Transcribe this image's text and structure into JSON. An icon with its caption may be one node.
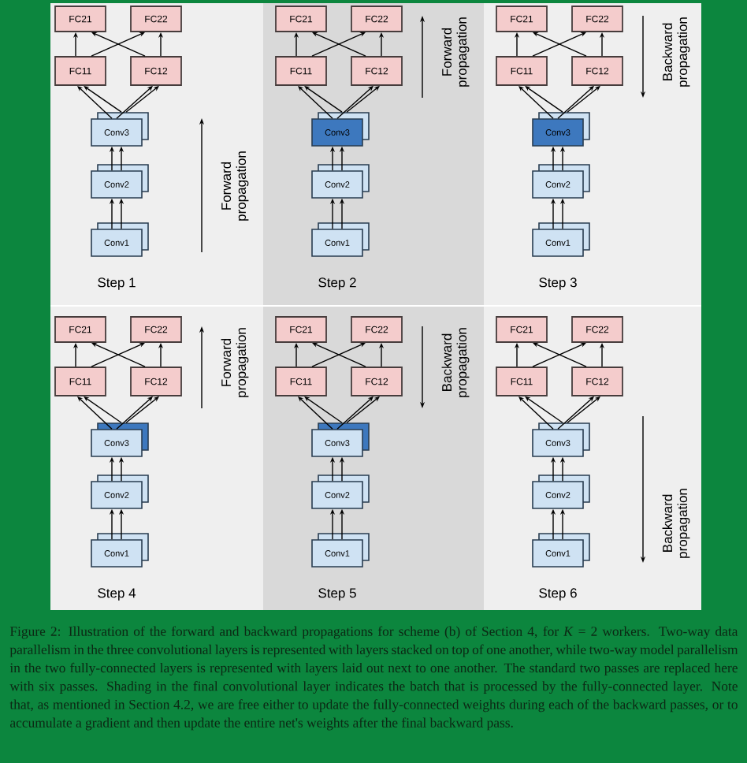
{
  "diagram": {
    "caption": "Figure 2: Illustration of the forward and backward propagations for scheme (b) of Section 4, for *K* = 2 workers. Two-way data parallelism in the three convolutional layers is represented with layers stacked on top of one another, while two-way model parallelism in the two fully-connected layers is represented with layers laid out next to one another. The standard two passes are replaced here with six passes. Shading in the final convolutional layer indicates the batch that is processed by the fully-connected layer. Note that, as mentioned in Section 4.2, we are free either to update the fully-connected weights during each of the backward passes, or to accumulate a gradient and then update the entire net's weights after the final backward pass.",
    "nodes": [
      {
        "text": [
          "FC21"
        ]
      },
      {
        "text": [
          "FC22"
        ]
      },
      {
        "text": [
          "FC11"
        ]
      },
      {
        "text": [
          "FC12"
        ]
      },
      {
        "text": [
          "Conv3"
        ]
      },
      {
        "text": [
          "Conv2"
        ]
      },
      {
        "text": [
          "Conv1"
        ]
      },
      {
        "text": [
          "FC21"
        ]
      },
      {
        "text": [
          "FC22"
        ]
      },
      {
        "text": [
          "FC11"
        ]
      },
      {
        "text": [
          "FC12"
        ]
      },
      {
        "text": [
          "Conv3"
        ]
      },
      {
        "text": [
          "Conv2"
        ]
      },
      {
        "text": [
          "Conv1"
        ]
      },
      {
        "text": [
          "FC21"
        ]
      },
      {
        "text": [
          "FC22"
        ]
      },
      {
        "text": [
          "FC11"
        ]
      },
      {
        "text": [
          "FC12"
        ]
      },
      {
        "text": [
          "Conv3"
        ]
      },
      {
        "text": [
          "Conv2"
        ]
      },
      {
        "text": [
          "Conv1"
        ]
      },
      {
        "text": [
          "FC21"
        ]
      },
      {
        "text": [
          "FC22"
        ]
      },
      {
        "text": [
          "FC11"
        ]
      },
      {
        "text": [
          "FC12"
        ]
      },
      {
        "text": [
          "Conv3"
        ]
      },
      {
        "text": [
          "Conv2"
        ]
      },
      {
        "text": [
          "Conv1"
        ]
      },
      {
        "text": [
          "FC21"
        ]
      },
      {
        "text": [
          "FC22"
        ]
      },
      {
        "text": [
          "FC11"
        ]
      },
      {
        "text": [
          "FC12"
        ]
      },
      {
        "text": [
          "Conv3"
        ]
      },
      {
        "text": [
          "Conv2"
        ]
      },
      {
        "text": [
          "Conv1"
        ]
      },
      {
        "text": [
          "FC21"
        ]
      },
      {
        "text": [
          "FC22"
        ]
      },
      {
        "text": [
          "FC11"
        ]
      },
      {
        "text": [
          "FC12"
        ]
      },
      {
        "text": [
          "Conv3"
        ]
      },
      {
        "text": [
          "Conv2"
        ]
      },
      {
        "text": [
          "Conv1"
        ]
      }
    ],
    "edges": [
      {
        "from": 6,
        "to": 5,
        "arrow": "to"
      },
      {
        "from": 6,
        "to": 5,
        "arrow": "to"
      },
      {
        "from": 5,
        "to": 4,
        "arrow": "to"
      },
      {
        "from": 5,
        "to": 4,
        "arrow": "to"
      },
      {
        "from": 4,
        "to": 2,
        "arrow": "to"
      },
      {
        "from": 4,
        "to": 2,
        "arrow": "to"
      },
      {
        "from": 4,
        "to": 3,
        "arrow": "to"
      },
      {
        "from": 4,
        "to": 3,
        "arrow": "to"
      },
      {
        "from": 2,
        "to": 0,
        "arrow": "to"
      },
      {
        "from": 2,
        "to": 1,
        "arrow": "to"
      },
      {
        "from": 3,
        "to": 0,
        "arrow": "to"
      },
      {
        "from": 3,
        "to": 1,
        "arrow": "to"
      },
      {
        "from": 13,
        "to": 12,
        "arrow": "to"
      },
      {
        "from": 13,
        "to": 12,
        "arrow": "to"
      },
      {
        "from": 12,
        "to": 11,
        "arrow": "to"
      },
      {
        "from": 12,
        "to": 11,
        "arrow": "to"
      },
      {
        "from": 11,
        "to": 9,
        "arrow": "to"
      },
      {
        "from": 11,
        "to": 9,
        "arrow": "to"
      },
      {
        "from": 11,
        "to": 10,
        "arrow": "to"
      },
      {
        "from": 11,
        "to": 10,
        "arrow": "to"
      },
      {
        "from": 9,
        "to": 7,
        "arrow": "to"
      },
      {
        "from": 9,
        "to": 8,
        "arrow": "to"
      },
      {
        "from": 10,
        "to": 7,
        "arrow": "to"
      },
      {
        "from": 10,
        "to": 8,
        "arrow": "to"
      },
      {
        "from": 20,
        "to": 19,
        "arrow": "to"
      },
      {
        "from": 20,
        "to": 19,
        "arrow": "to"
      },
      {
        "from": 19,
        "to": 18,
        "arrow": "to"
      },
      {
        "from": 19,
        "to": 18,
        "arrow": "to"
      },
      {
        "from": 18,
        "to": 16,
        "arrow": "to"
      },
      {
        "from": 18,
        "to": 16,
        "arrow": "to"
      },
      {
        "from": 18,
        "to": 17,
        "arrow": "to"
      },
      {
        "from": 18,
        "to": 17,
        "arrow": "to"
      },
      {
        "from": 16,
        "to": 14,
        "arrow": "to"
      },
      {
        "from": 16,
        "to": 15,
        "arrow": "to"
      },
      {
        "from": 17,
        "to": 14,
        "arrow": "to"
      },
      {
        "from": 17,
        "to": 15,
        "arrow": "to"
      },
      {
        "from": 27,
        "to": 26,
        "arrow": "to"
      },
      {
        "from": 27,
        "to": 26,
        "arrow": "to"
      },
      {
        "from": 26,
        "to": 25,
        "arrow": "to"
      },
      {
        "from": 26,
        "to": 25,
        "arrow": "to"
      },
      {
        "from": 25,
        "to": 23,
        "arrow": "to"
      },
      {
        "from": 25,
        "to": 23,
        "arrow": "to"
      },
      {
        "from": 25,
        "to": 24,
        "arrow": "to"
      },
      {
        "from": 25,
        "to": 24,
        "arrow": "to"
      },
      {
        "from": 23,
        "to": 21,
        "arrow": "to"
      },
      {
        "from": 23,
        "to": 22,
        "arrow": "to"
      },
      {
        "from": 24,
        "to": 21,
        "arrow": "to"
      },
      {
        "from": 24,
        "to": 22,
        "arrow": "to"
      },
      {
        "from": 34,
        "to": 33,
        "arrow": "to"
      },
      {
        "from": 34,
        "to": 33,
        "arrow": "to"
      },
      {
        "from": 33,
        "to": 32,
        "arrow": "to"
      },
      {
        "from": 33,
        "to": 32,
        "arrow": "to"
      },
      {
        "from": 32,
        "to": 30,
        "arrow": "to"
      },
      {
        "from": 32,
        "to": 30,
        "arrow": "to"
      },
      {
        "from": 32,
        "to": 31,
        "arrow": "to"
      },
      {
        "from": 32,
        "to": 31,
        "arrow": "to"
      },
      {
        "from": 30,
        "to": 28,
        "arrow": "to"
      },
      {
        "from": 30,
        "to": 29,
        "arrow": "to"
      },
      {
        "from": 31,
        "to": 28,
        "arrow": "to"
      },
      {
        "from": 31,
        "to": 29,
        "arrow": "to"
      },
      {
        "from": 41,
        "to": 40,
        "arrow": "to"
      },
      {
        "from": 41,
        "to": 40,
        "arrow": "to"
      },
      {
        "from": 40,
        "to": 39,
        "arrow": "to"
      },
      {
        "from": 40,
        "to": 39,
        "arrow": "to"
      },
      {
        "from": 39,
        "to": 37,
        "arrow": "to"
      },
      {
        "from": 39,
        "to": 37,
        "arrow": "to"
      },
      {
        "from": 39,
        "to": 38,
        "arrow": "to"
      },
      {
        "from": 39,
        "to": 38,
        "arrow": "to"
      },
      {
        "from": 37,
        "to": 35,
        "arrow": "to"
      },
      {
        "from": 37,
        "to": 36,
        "arrow": "to"
      },
      {
        "from": 38,
        "to": 35,
        "arrow": "to"
      },
      {
        "from": 38,
        "to": 36,
        "arrow": "to"
      }
    ],
    "labels": [
      "Step 1",
      "Forward propagation",
      "Step 2",
      "Forward propagation",
      "Step 3",
      "Backward propagation",
      "Step 4",
      "Forward propagation",
      "Step 5",
      "Backward propagation",
      "Step 6",
      "Backward propagation"
    ]
  }
}
